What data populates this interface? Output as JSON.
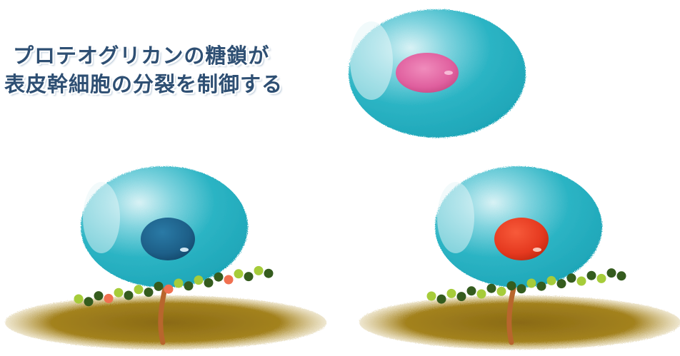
{
  "title": {
    "line1": "プロテオグリカンの糖鎖が",
    "line2": "表皮幹細胞の分裂を制御する"
  },
  "colors": {
    "cell": "#2cb4c4",
    "cell_highlight": "#d9f2f5",
    "nucleus_top": "#e0609f",
    "nucleus_left": "#1d5f88",
    "nucleus_right": "#e5391f",
    "ground": "#9c7a1c",
    "stalk": "#b8662d",
    "bead_dark": "#355c1e",
    "bead_light": "#a6cc3a",
    "bead_orange": "#f07050",
    "title_text": "#2e4f73"
  },
  "icons": [
    "top-stem-cell-illustration",
    "left-cell-on-basement-membrane",
    "right-cell-on-basement-membrane"
  ]
}
